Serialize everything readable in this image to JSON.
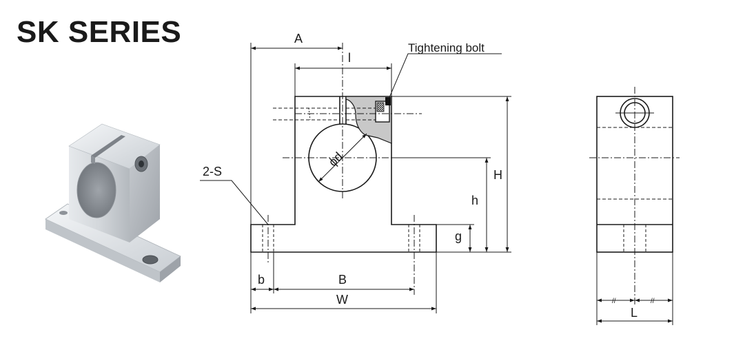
{
  "title": "SK SERIES",
  "labels": {
    "A": "A",
    "l": "l",
    "tightening_bolt": "Tightening bolt",
    "phi_d": "ϕd",
    "two_s": "2-S",
    "H": "H",
    "h": "h",
    "g": "g",
    "b": "b",
    "B": "B",
    "W": "W",
    "L": "L",
    "equal_mark": "//"
  }
}
